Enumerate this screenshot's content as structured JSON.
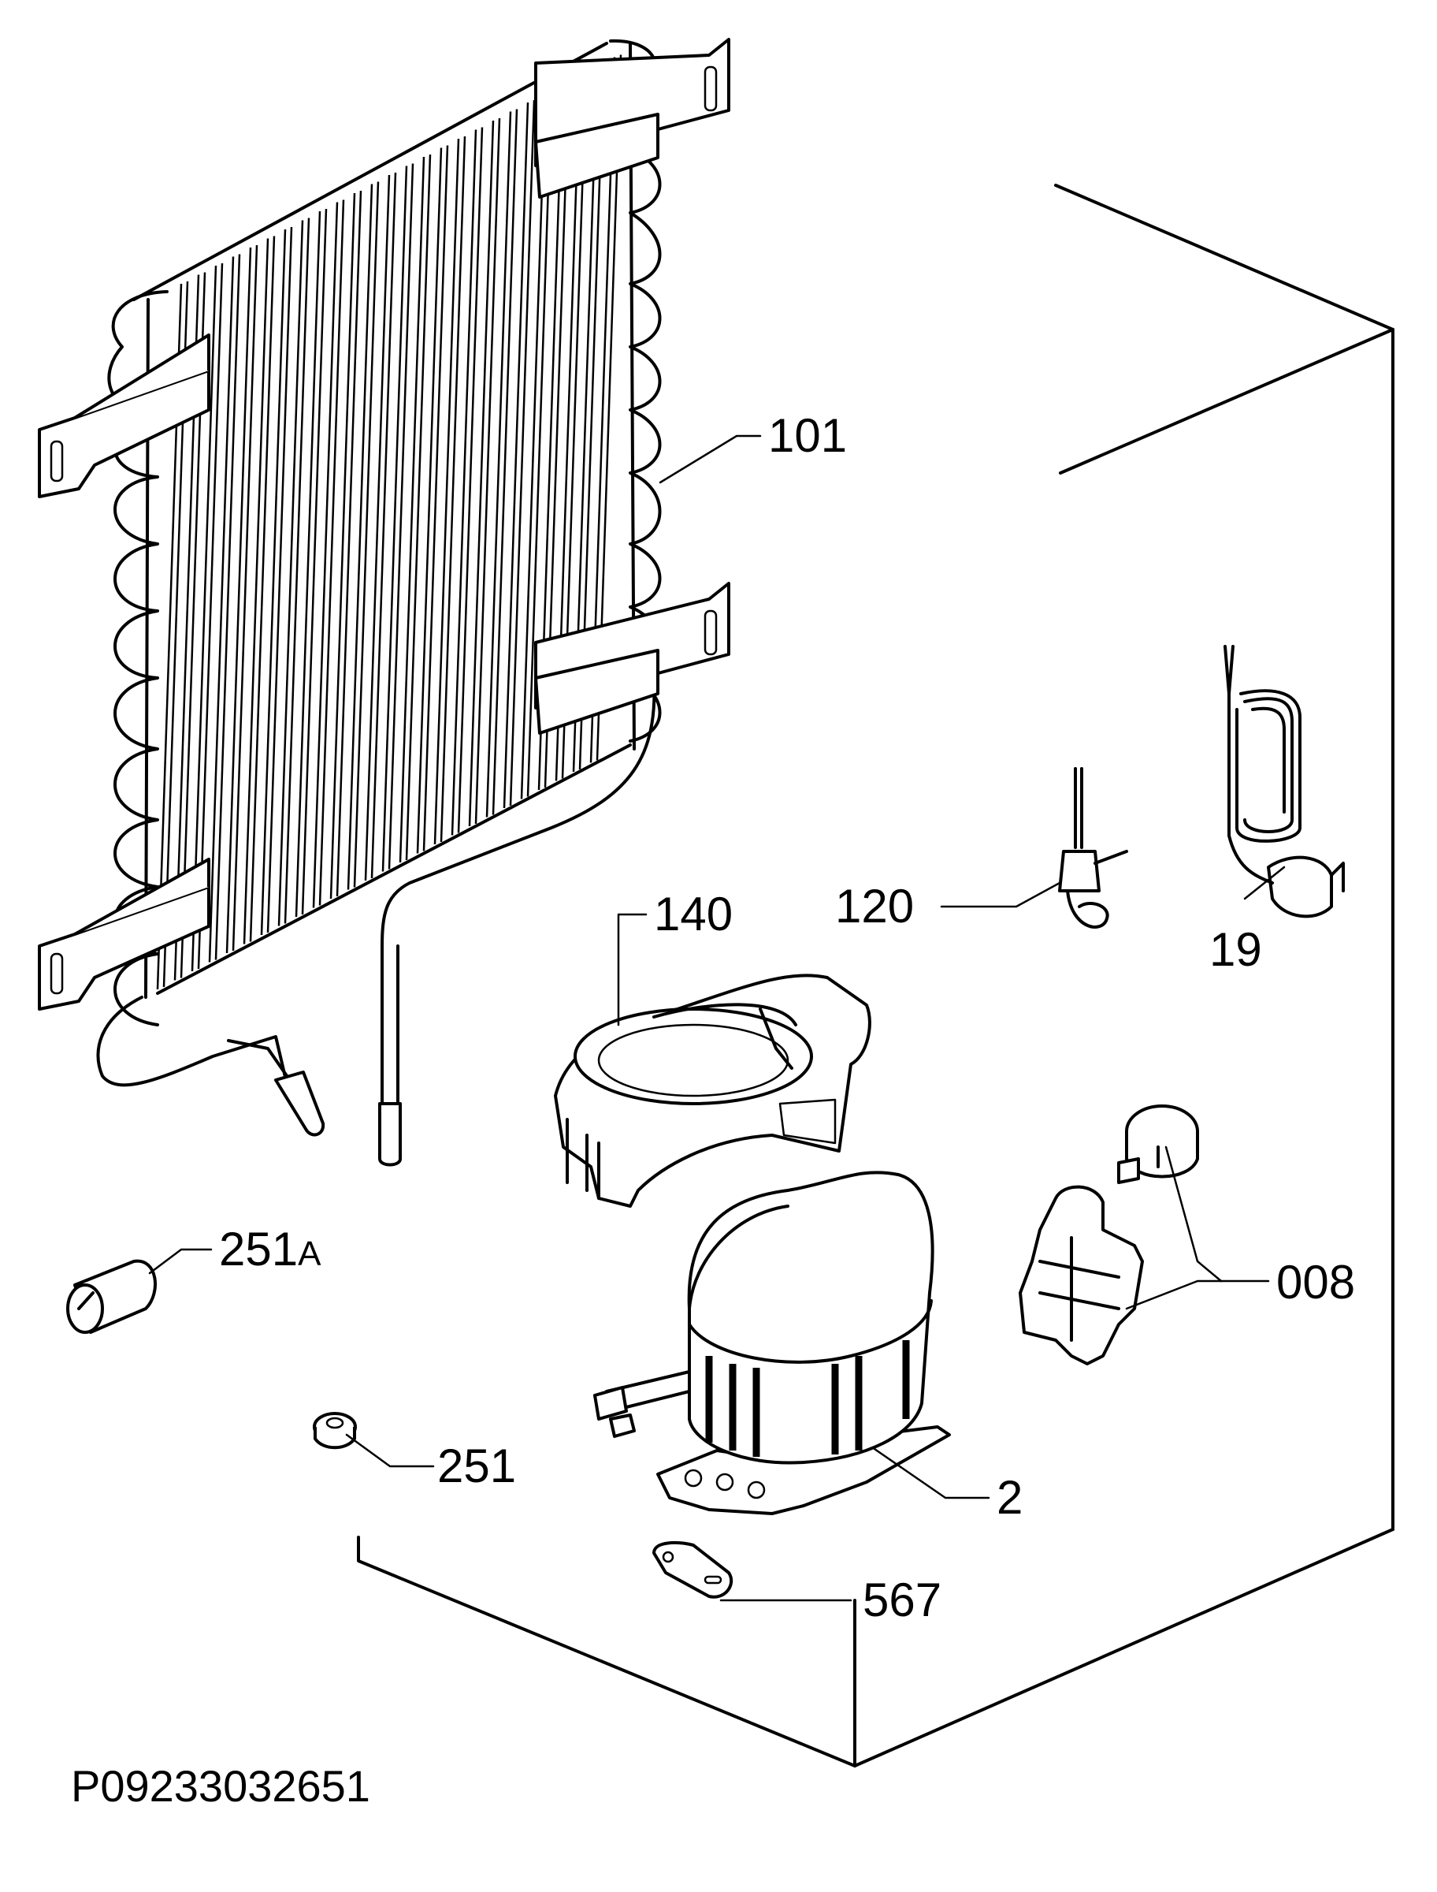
{
  "callouts": {
    "p101": "101",
    "p120": "120",
    "p140": "140",
    "p19": "19",
    "p251a_num": "251",
    "p251a_suffix": "A",
    "p008": "008",
    "p251": "251",
    "p2": "2",
    "p567": "567"
  },
  "drawing_code": "P09233032651"
}
